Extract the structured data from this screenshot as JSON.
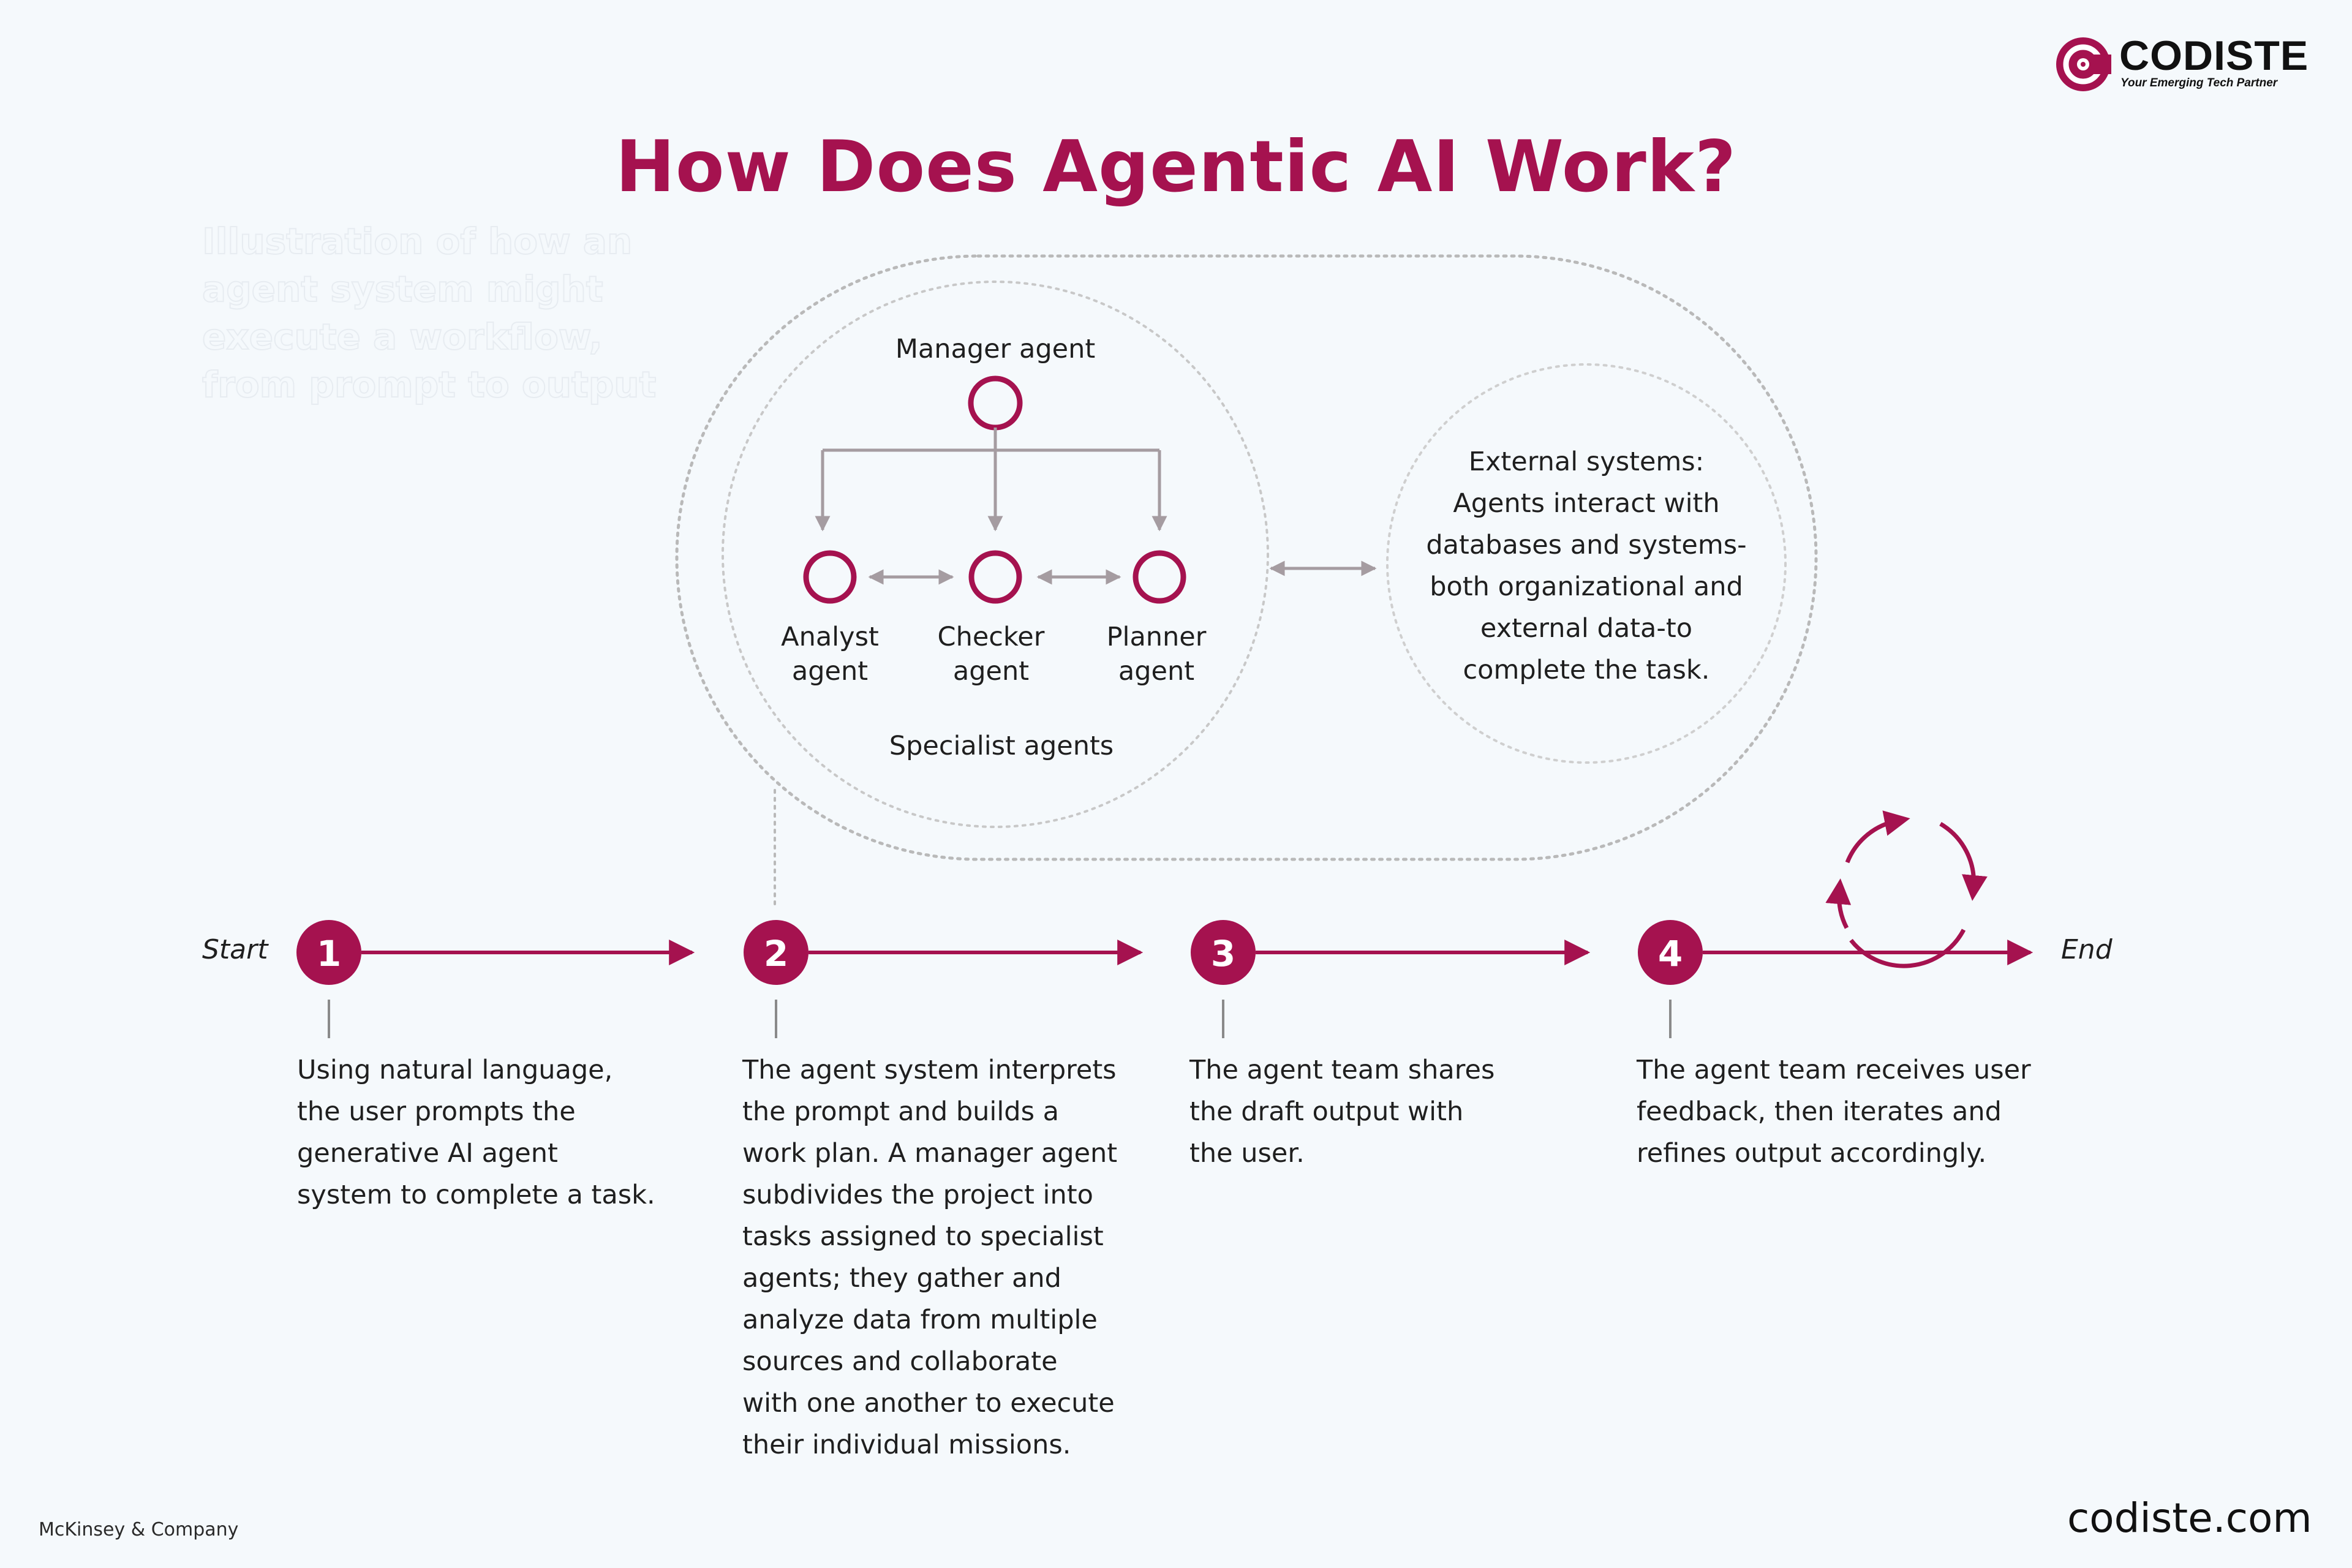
{
  "brand": {
    "name": "CODISTE",
    "tagline": "Your Emerging Tech Partner",
    "website": "codiste.com",
    "accent_color": "#a5124f"
  },
  "title": "How Does Agentic AI Work?",
  "ghost_caption": "Illustration of how an agent system might execute a workflow, from prompt to output",
  "agents": {
    "manager": "Manager agent",
    "specialists_label": "Specialist agents",
    "analyst": [
      "Analyst",
      "agent"
    ],
    "checker": [
      "Checker",
      "agent"
    ],
    "planner": [
      "Planner",
      "agent"
    ]
  },
  "external": {
    "lines": [
      "External systems:",
      "Agents interact with",
      "databases and systems-",
      "both organizational and",
      "external data-to",
      "complete the task."
    ]
  },
  "flow": {
    "start": "Start",
    "end": "End",
    "steps": [
      {
        "number": "1",
        "lines": [
          "Using natural language,",
          "the user prompts the",
          "generative AI agent",
          "system to complete a task."
        ]
      },
      {
        "number": "2",
        "lines": [
          "The agent system interprets",
          "the prompt and builds a",
          "work plan. A manager agent",
          "subdivides the project into",
          "tasks assigned to specialist",
          "agents; they gather and",
          "analyze data from multiple",
          "sources and collaborate",
          "with one another to execute",
          "their individual missions."
        ]
      },
      {
        "number": "3",
        "lines": [
          "The agent team shares",
          "the draft output with",
          "the user."
        ]
      },
      {
        "number": "4",
        "lines": [
          "The agent team receives user",
          "feedback, then iterates and",
          "refines output accordingly."
        ]
      }
    ]
  },
  "source": "McKinsey & Company",
  "icons": [
    "codiste-logo-icon",
    "cycle-arrows-icon"
  ],
  "colors": {
    "accent": "#a5124f",
    "gray_arrow": "#a59ca1",
    "dotted": "#b9b9b9"
  }
}
